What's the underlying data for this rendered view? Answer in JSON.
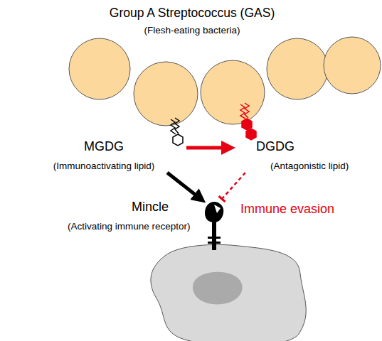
{
  "diagram": {
    "title": "Group A Streptococcus (GAS)",
    "nodes": [
      {
        "text": [
          "MGDG",
          "(Immunoactivating lipid)"
        ]
      },
      {
        "text": [
          "DGDG",
          "(Antagonistic lipid)"
        ]
      },
      {
        "text": [
          "Mincle",
          "(Activating immune receptor)"
        ]
      }
    ],
    "edges": [
      {
        "from": 0,
        "to": 1,
        "arrow": "to"
      },
      {
        "from": 0,
        "to": 2,
        "arrow": "to"
      },
      {
        "from": 1,
        "to": 2,
        "label": "Immune evasion",
        "arrow": "to"
      }
    ],
    "labels": [
      "(Flesh-eating bacteria)"
    ]
  }
}
